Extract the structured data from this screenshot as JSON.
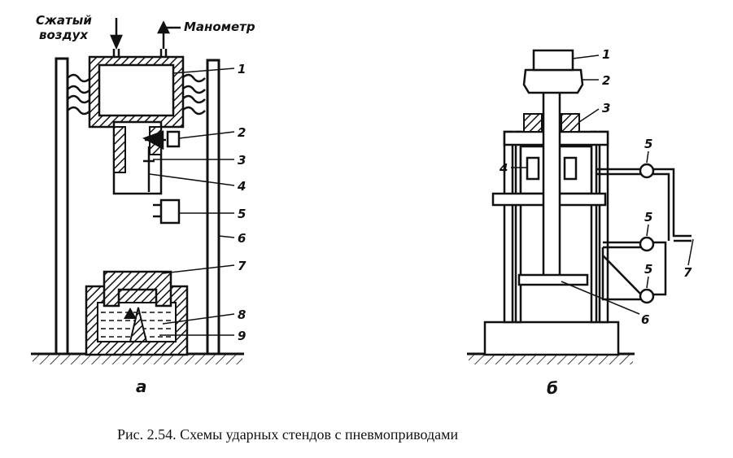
{
  "caption": "Рис. 2.54. Схемы ударных стендов с пневмоприводами",
  "panel_a": {
    "label": "а",
    "air_label_1": "Сжатый",
    "air_label_2": "воздух",
    "gauge_label": "Манометр",
    "numbers": [
      "1",
      "2",
      "3",
      "4",
      "5",
      "6",
      "7",
      "8",
      "9"
    ]
  },
  "panel_b": {
    "label": "б",
    "numbers": [
      "1",
      "2",
      "3",
      "4",
      "5",
      "5",
      "5",
      "6",
      "7"
    ]
  }
}
